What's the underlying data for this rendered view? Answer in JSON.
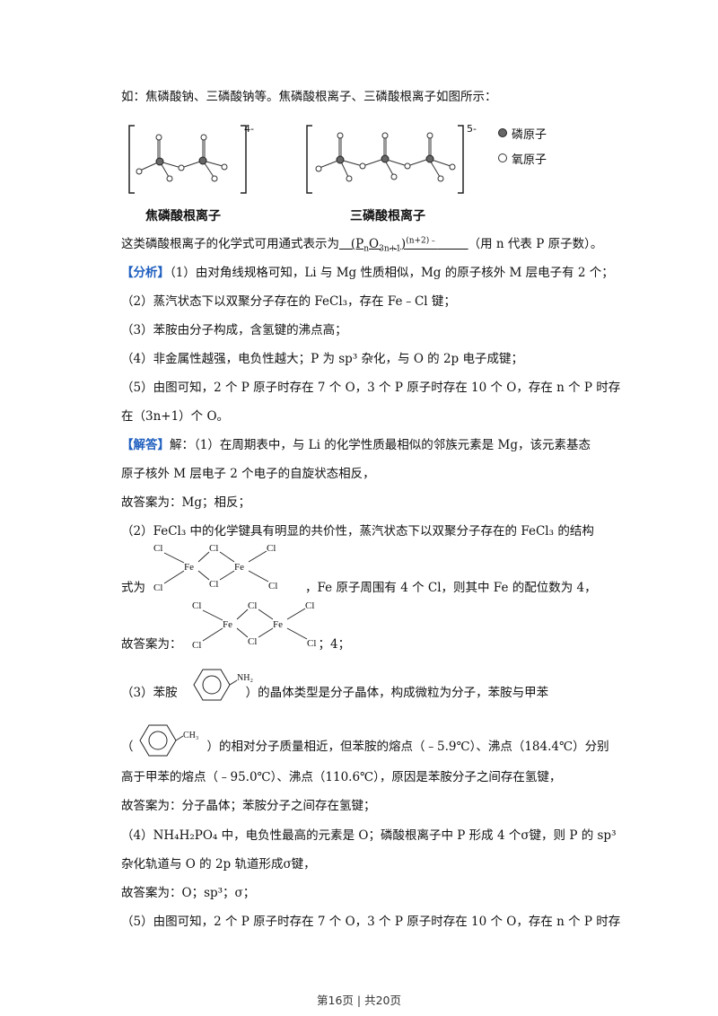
{
  "lines": {
    "l1": "如：焦磷酸钠、三磷酸钠等。焦磷酸根离子、三磷酸根离子如图所示：",
    "l2_pre": "这类磷酸根离子的化学式可用通式表示为",
    "l2_post": "（用 n 代表 P 原子数）。",
    "analysis_tag": "【分析】",
    "l3": "（1）由对角线规格可知，Li 与 Mg 性质相似，Mg 的原子核外 M 层电子有 2 个；",
    "l4": "（2）蒸汽状态下以双聚分子存在的 FeCl₃，存在 Fe﹣Cl 键；",
    "l5": "（3）苯胺由分子构成，含氢键的沸点高；",
    "l6": "（4）非金属性越强，电负性越大；P 为 sp³ 杂化，与 O 的 2p 电子成键；",
    "l7": "（5）由图可知，2 个 P 原子时存在 7 个 O，3 个 P 原子时存在 10 个 O，存在 n 个 P 时存",
    "l8": "在（3n+1）个 O。",
    "answer_tag": "【解答】",
    "l9": "解：（1）在周期表中，与 Li 的化学性质最相似的邻族元素是 Mg，该元素基态",
    "l10": "原子核外 M 层电子 2 个电子的自旋状态相反，",
    "l11": "故答案为：Mg；相反；",
    "l12": "（2）FeCl₃ 中的化学键具有明显的共价性，蒸汽状态下以双聚分子存在的 FeCl₃ 的结构",
    "l13_pre": "式为",
    "l13_post": "，Fe 原子周围有 4 个 Cl，则其中 Fe 的配位数为 4，",
    "l14_pre": "故答案为：",
    "l14_post": "；4；",
    "l15_pre": "（3）苯胺",
    "l15_post": "）的晶体类型是分子晶体，构成微粒为分子，苯胺与甲苯",
    "l16_pre": "（",
    "l16_post": "）的相对分子质量相近，但苯胺的熔点（﹣5.9℃）、沸点（184.4℃）分别",
    "l17": "高于甲苯的熔点（﹣95.0℃）、沸点（110.6℃），原因是苯胺分子之间存在氢键，",
    "l18": "故答案为：分子晶体；苯胺分子之间存在氢键；",
    "l19": "（4）NH₄H₂PO₄ 中，电负性最高的元素是 O；磷酸根离子中 P 形成 4 个σ键，则 P 的 sp³",
    "l20": "杂化轨道与 O 的 2p 轨道形成σ键，",
    "l21": "故答案为：O；sp³；σ；",
    "l22": "（5）由图可知，2 个 P 原子时存在 7 个 O，3 个 P 原子时存在 10 个 O，存在 n 个 P 时存"
  },
  "formula": "(PnO3n+1)(n+2)-",
  "figures": {
    "pyro_caption": "焦磷酸根离子",
    "tri_caption": "三磷酸根离子",
    "pyro_charge": "4-",
    "tri_charge": "5-",
    "legend_p": "磷原子",
    "legend_o": "氧原子",
    "fe": "Fe",
    "cl": "Cl",
    "nh2": "NH₂",
    "ch3": "CH₃"
  },
  "footer": "第16页 | 共20页"
}
